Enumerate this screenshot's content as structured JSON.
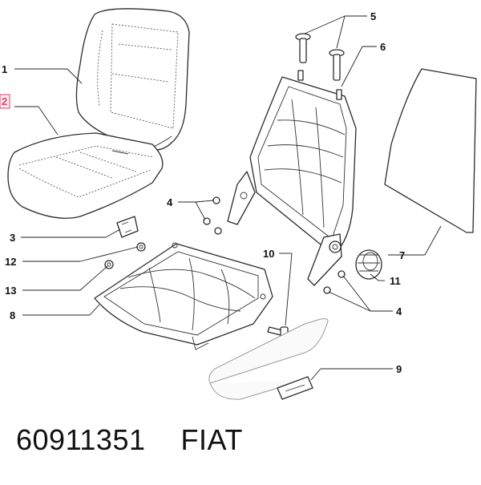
{
  "callouts": [
    {
      "id": "1",
      "label": "1"
    },
    {
      "id": "2",
      "label": "2"
    },
    {
      "id": "3",
      "label": "3"
    },
    {
      "id": "4a",
      "label": "4"
    },
    {
      "id": "4b",
      "label": "4"
    },
    {
      "id": "5",
      "label": "5"
    },
    {
      "id": "6",
      "label": "6"
    },
    {
      "id": "7",
      "label": "7"
    },
    {
      "id": "8",
      "label": "8"
    },
    {
      "id": "9",
      "label": "9"
    },
    {
      "id": "10",
      "label": "10"
    },
    {
      "id": "11",
      "label": "11"
    },
    {
      "id": "12",
      "label": "12"
    },
    {
      "id": "13",
      "label": "13"
    }
  ],
  "footer": {
    "part_number": "60911351",
    "brand": "FIAT"
  },
  "colors": {
    "line": "#2a2a2a",
    "highlight_box": "#d24a6a",
    "background": "#ffffff"
  }
}
